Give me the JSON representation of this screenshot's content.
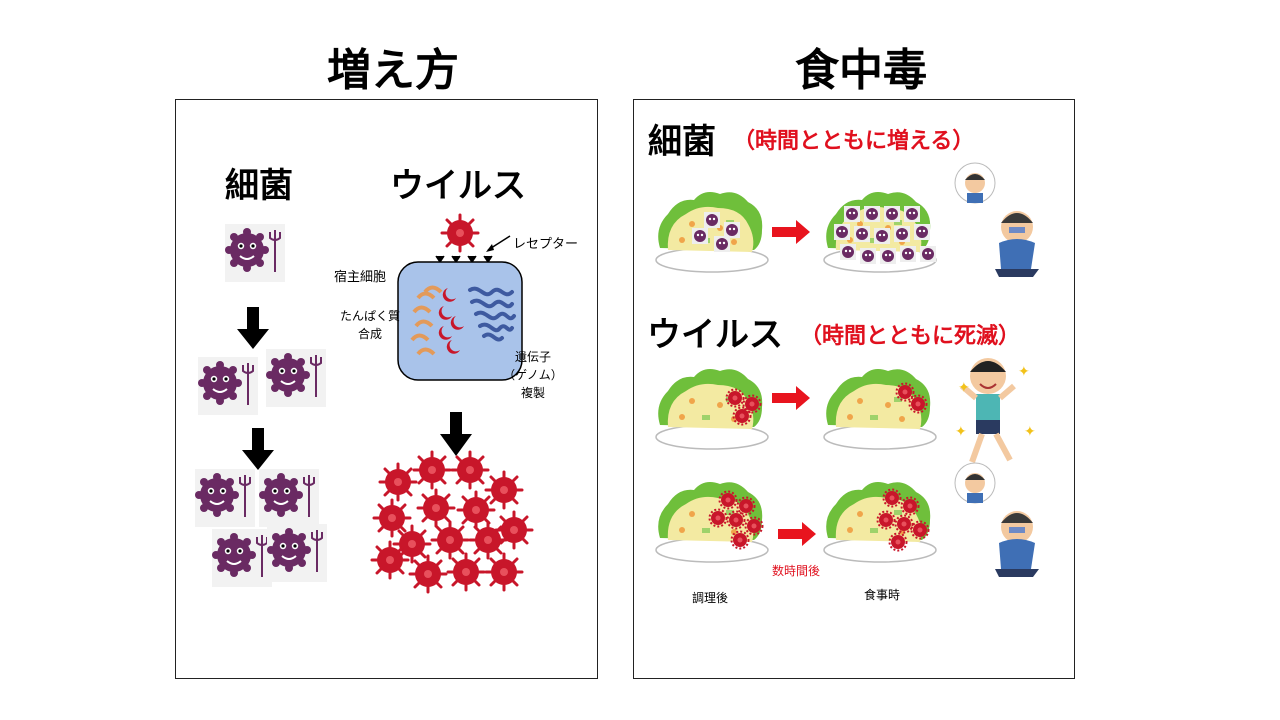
{
  "left": {
    "heading": "増え方",
    "bacteria_label": "細菌",
    "virus_label": "ウイルス",
    "receptor_label": "レセプター",
    "host_cell_label": "宿主細胞",
    "protein_label_1": "たんぱく質",
    "protein_label_2": "合成",
    "genome_label_1": "遺伝子",
    "genome_label_2": "（ゲノム）",
    "genome_label_3": "複製"
  },
  "right": {
    "heading": "食中毒",
    "bacteria_label": "細菌",
    "bacteria_note": "（時間とともに増える）",
    "virus_label": "ウイルス",
    "virus_note": "（時間とともに死滅）",
    "hours_later": "数時間後",
    "after_cooking": "調理後",
    "at_meal": "食事時"
  },
  "colors": {
    "bacteria": "#6a2a63",
    "virus": "#c8162a",
    "arrow_red": "#e8141e",
    "cell_fill": "#a9c3ea",
    "genome": "#3e5aa0",
    "food": "#f3eaa2",
    "lettuce": "#6fbf3b"
  }
}
